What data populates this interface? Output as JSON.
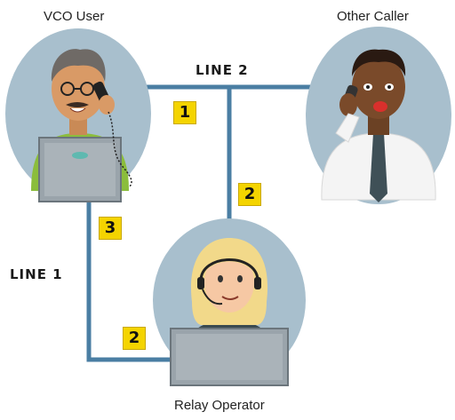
{
  "title_vco": "VCO User",
  "title_other": "Other Caller",
  "title_relay": "Relay Operator",
  "line2_label": "LINE 2",
  "line1_label": "LINE 1",
  "steps": [
    "1",
    "2",
    "3",
    "2"
  ],
  "colors": {
    "line": "#4a7ea3",
    "badge": "#f4d400",
    "oval": "#a8bfcd"
  }
}
